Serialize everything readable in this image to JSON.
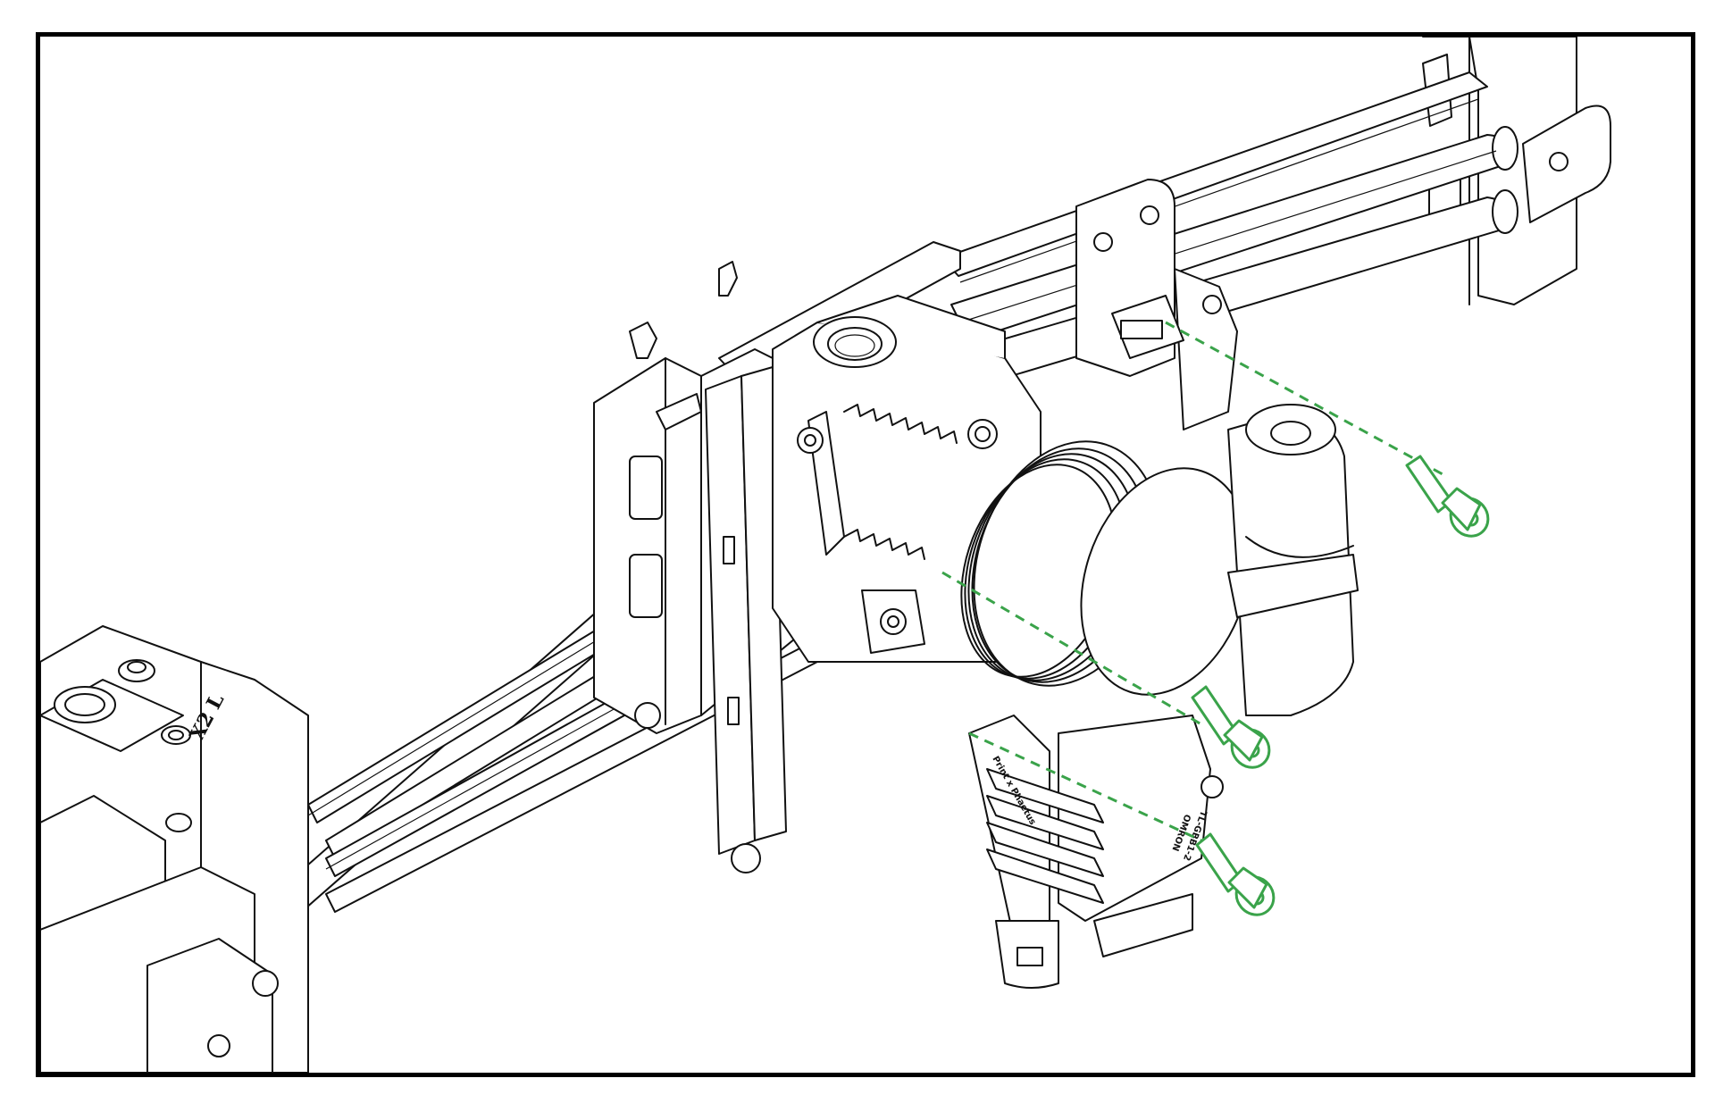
{
  "labels": {
    "carriage_label": "X2 L",
    "fan_mark": "Print x Phaetus",
    "model_mark": "TL-GBB1-2",
    "vendor_mark": "OMRON"
  },
  "colors": {
    "screw": "#3aa34a",
    "line": "#111111",
    "background": "#ffffff"
  }
}
